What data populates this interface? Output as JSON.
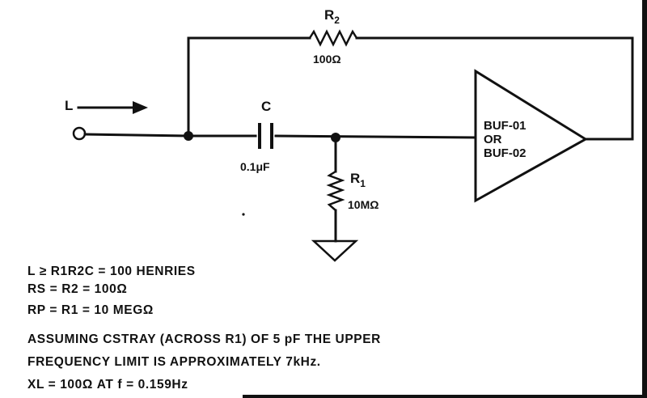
{
  "labels": {
    "input": "L",
    "r2_name": "R",
    "r2_sub": "2",
    "r2_value": "100Ω",
    "cap_name": "C",
    "cap_value": "0.1μF",
    "r1_name": "R",
    "r1_sub": "1",
    "r1_value": "10MΩ",
    "buffer_line1": "BUF-01",
    "buffer_line2": "OR",
    "buffer_line3": "BUF-02"
  },
  "equations": [
    "L ≥ R1R2C = 100 HENRIES",
    "RS = R2 = 100Ω",
    "RP = R1 = 10 MEGΩ",
    "ASSUMING CSTRAY (ACROSS R1) OF 5 pF THE UPPER",
    "FREQUENCY LIMIT IS APPROXIMATELY 7kHz.",
    "XL = 100Ω AT f = 0.159Hz"
  ]
}
